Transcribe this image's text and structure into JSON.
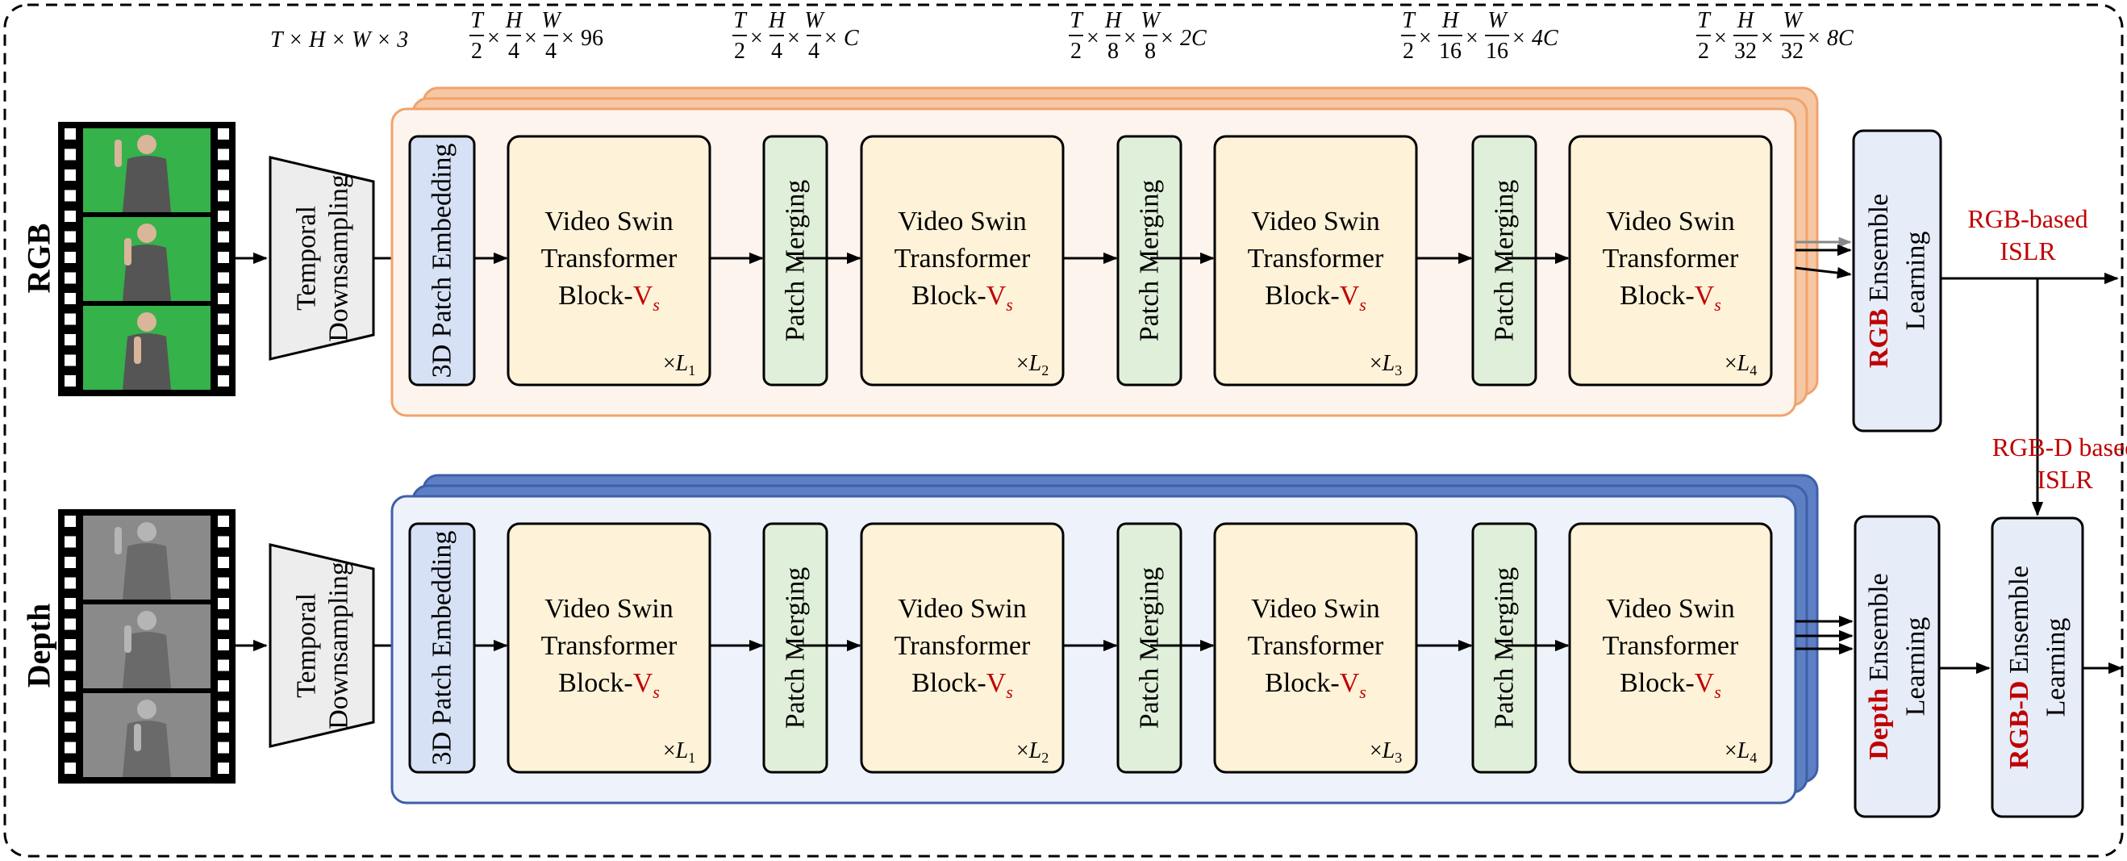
{
  "rows": {
    "rgb": {
      "label": "RGB"
    },
    "depth": {
      "label": "Depth"
    }
  },
  "blocks": {
    "temporal_line1": "Temporal",
    "temporal_line2": "Downsampling",
    "patch_embed": "3D Patch Embedding",
    "patch_merging": "Patch Merging",
    "swin_line1": "Video Swin",
    "swin_line2": "Transformer",
    "swin_line3_prefix": "Block-",
    "swin_v": "V",
    "swin_v_sub": "s",
    "repeat_times": "×",
    "repeat_L": "L",
    "repeat_subs": [
      "1",
      "2",
      "3",
      "4"
    ],
    "ensemble_word": "Ensemble",
    "ensemble_line2": "Learning"
  },
  "ensembles": {
    "rgb_prefix": "RGB",
    "depth_prefix": "Depth",
    "rgbd_prefix": "RGB-D"
  },
  "outputs": {
    "rgb_line1": "RGB-based",
    "rgb_line2": "ISLR",
    "rgbd_line1": "RGB-D based",
    "rgbd_line2": "ISLR"
  },
  "dims": {
    "d0": "T × H × W × 3",
    "frac_T": "T",
    "frac_H": "H",
    "frac_W": "W",
    "den_T": "2",
    "times": "×",
    "d1": {
      "hw_den": "4",
      "tail": "96"
    },
    "d2": {
      "hw_den": "4",
      "tail": "C"
    },
    "d3": {
      "hw_den": "8",
      "tail": "2C"
    },
    "d4": {
      "hw_den": "16",
      "tail": "4C"
    },
    "d5": {
      "hw_den": "32",
      "tail": "8C"
    }
  },
  "colors": {
    "rgb_stack": "#F6C7A4",
    "rgb_stack_stroke": "#F0A36C",
    "rgb_panel": "#FEF4EE",
    "depth_stack": "#5D7FC4",
    "depth_stack_stroke": "#3F5FA8",
    "depth_panel": "#EEF2FA",
    "embed_fill": "#D6E1F5",
    "swin_fill": "#FEF2D8",
    "merge_fill": "#E0EFD9",
    "ensemble_fill": "#E6ECF8",
    "accent_red": "#C00000",
    "temporal_fill": "#EDEDED",
    "video_green": "#35B24A",
    "video_gray": "#8A8A8A"
  }
}
